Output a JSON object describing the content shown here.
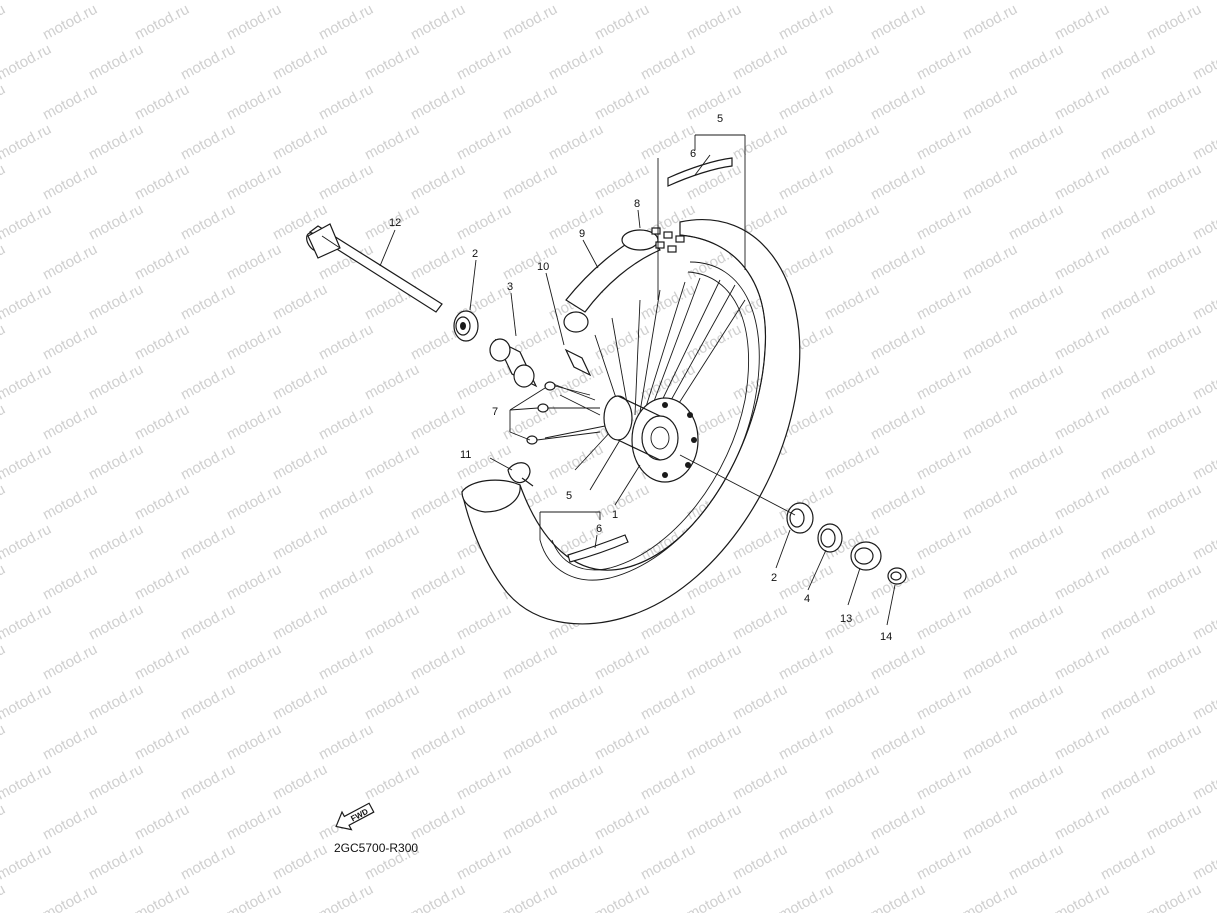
{
  "diagram": {
    "watermark": "motod.ru",
    "drawing_code": "2GC5700-R300",
    "direction_arrow": "FWD",
    "callouts": {
      "c1": "1",
      "c2a": "2",
      "c2b": "2",
      "c3": "3",
      "c4": "4",
      "c5a": "5",
      "c5b": "5",
      "c6a": "6",
      "c6b": "6",
      "c7": "7",
      "c8": "8",
      "c9": "9",
      "c10": "10",
      "c11": "11",
      "c12": "12",
      "c13": "13",
      "c14": "14"
    },
    "colors": {
      "ink": "#1a1a1a",
      "watermark": "#cfcfcf",
      "background": "#ffffff"
    }
  }
}
